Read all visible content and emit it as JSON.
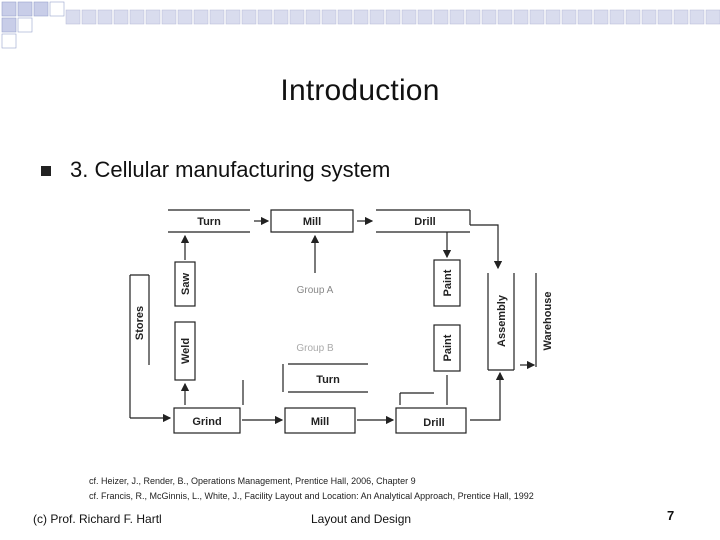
{
  "slide": {
    "title": "Introduction",
    "bullet": "3. Cellular manufacturing system"
  },
  "diagram": {
    "top_row": {
      "turn": "Turn",
      "mill": "Mill",
      "drill": "Drill"
    },
    "bottom_row": {
      "turn": "Turn",
      "grind": "Grind",
      "mill": "Mill",
      "drill": "Drill"
    },
    "left": {
      "stores": "Stores",
      "saw": "Saw",
      "weld": "Weld"
    },
    "right": {
      "paint_top": "Paint",
      "paint_bottom": "Paint",
      "assembly": "Assembly",
      "warehouse": "Warehouse"
    },
    "groups": {
      "a": "Group A",
      "b": "Group B"
    }
  },
  "citations": [
    "cf. Heizer, J., Render, B., Operations Management, Prentice Hall, 2006, Chapter 9",
    "cf. Francis, R., McGinnis, L., White, J., Facility Layout and Location: An Analytical Approach, Prentice Hall, 1992"
  ],
  "footer": {
    "author": "(c) Prof. Richard F. Hartl",
    "topic": "Layout and Design",
    "page": "7"
  }
}
